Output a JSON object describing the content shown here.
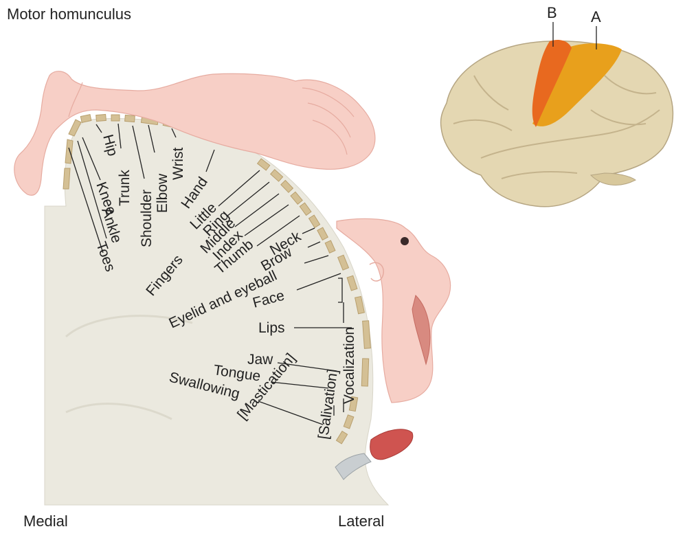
{
  "title": "Motor homunculus",
  "orientation": {
    "medial": "Medial",
    "lateral": "Lateral"
  },
  "brain_inset": {
    "label_a": "A",
    "label_b": "B"
  },
  "body_parts": {
    "toes": "Toes",
    "ankle": "Ankle",
    "knee": "Knee",
    "hip": "Hip",
    "trunk": "Trunk",
    "shoulder": "Shoulder",
    "elbow": "Elbow",
    "wrist": "Wrist",
    "hand": "Hand",
    "little": "Little",
    "ring": "Ring",
    "middle": "Middle",
    "index": "Index",
    "thumb": "Thumb",
    "fingers": "Fingers",
    "neck": "Neck",
    "brow": "Brow",
    "eyelid": "Eyelid and eyeball",
    "face": "Face",
    "lips": "Lips",
    "jaw": "Jaw",
    "tongue": "Tongue",
    "swallowing": "Swallowing"
  },
  "function_brackets": {
    "vocalization": "Vocalization",
    "salivation": "[Salivation]",
    "mastication": "[Mastication]"
  },
  "colors": {
    "cortex": "#d4c095",
    "section_fill": "#ebe9df",
    "skin": "#f7cfc6",
    "brain": "#e4d7b2",
    "area_a": "#e8a01c",
    "area_b": "#e8691f"
  }
}
